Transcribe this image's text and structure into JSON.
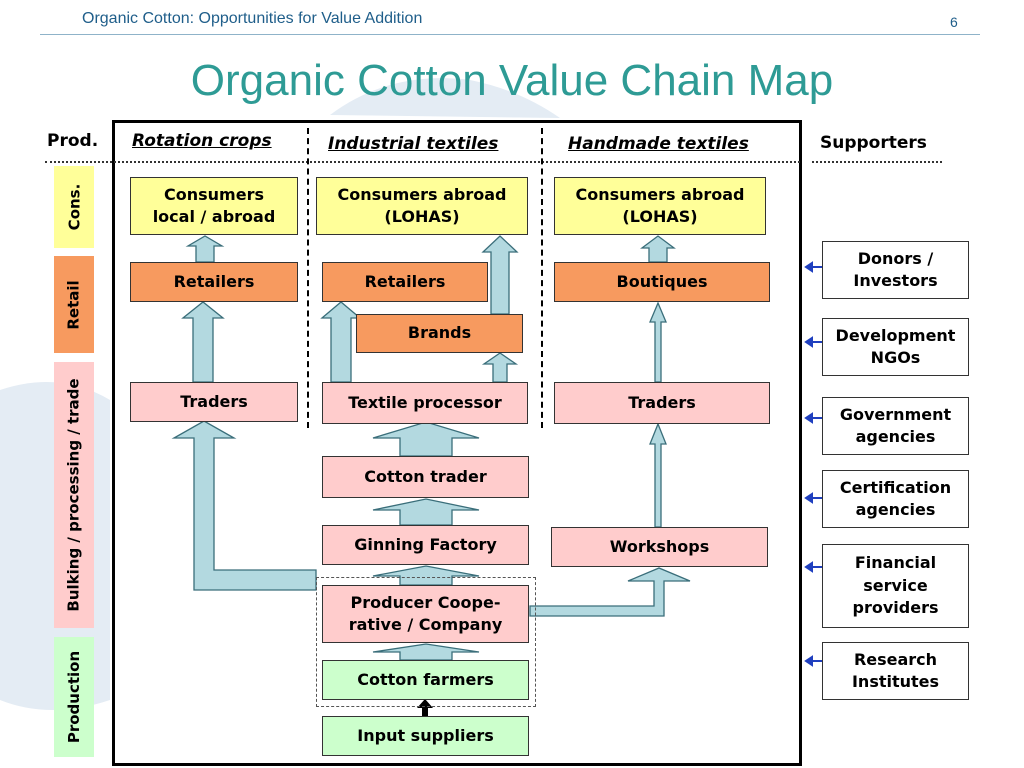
{
  "header": {
    "subtitle": "Organic Cotton: Opportunities for Value Addition",
    "page_number": "6"
  },
  "title": "Organic Cotton Value Chain Map",
  "column_headers": {
    "prod": "Prod.",
    "rotation": "Rotation crops",
    "industrial": "Industrial textiles",
    "handmade": "Handmade textiles",
    "supporters": "Supporters"
  },
  "stages": {
    "cons": "Cons.",
    "retail": "Retail",
    "bulking": "Bulking / processing / trade",
    "production": "Production"
  },
  "nodes": {
    "rot_consumers": "Consumers\nlocal / abroad",
    "rot_retailers": "Retailers",
    "rot_traders": "Traders",
    "ind_consumers": "Consumers abroad\n(LOHAS)",
    "ind_retailers": "Retailers",
    "ind_brands": "Brands",
    "ind_textile": "Textile processor",
    "ind_cotton_trader": "Cotton trader",
    "ind_ginning": "Ginning Factory",
    "coop": "Producer Coope-\nrative / Company",
    "farmers": "Cotton farmers",
    "inputs": "Input suppliers",
    "hand_consumers": "Consumers abroad\n(LOHAS)",
    "hand_boutiques": "Boutiques",
    "hand_traders": "Traders",
    "hand_workshops": "Workshops"
  },
  "supporters": [
    "Donors /\nInvestors",
    "Development\nNGOs",
    "Government\nagencies",
    "Certification\nagencies",
    "Financial\nservice\nproviders",
    "Research\nInstitutes"
  ],
  "colors": {
    "title": "#2e9b95",
    "header_text": "#1f5e8a",
    "consumers": "#ffff99",
    "retail": "#f79a5f",
    "trade": "#ffcccc",
    "production": "#ccffcc",
    "flow_arrow": "#b3d9e0",
    "supporter_arrow": "#1f3fbf"
  }
}
